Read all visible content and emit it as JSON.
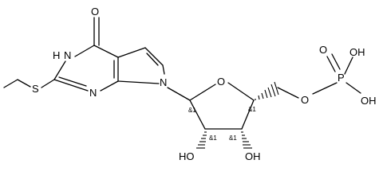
{
  "molecule": {
    "atoms": {
      "carbonyl_o": "O",
      "ring_nh": "H",
      "ring_nh_n": "N",
      "sulfur": "S",
      "ring_n_lower": "N",
      "pyrrole_n": "N",
      "ribose_o": "O",
      "phosphate_ester_o": "O",
      "phosphorus": "P",
      "phosphoryl_o": "O",
      "p_oh_top": "OH",
      "p_oh_right": "OH",
      "ribose_oh_2": "HO",
      "ribose_oh_3": "OH"
    },
    "stereo_labels": {
      "c1": "&1",
      "c4": "&1",
      "c2": "&1",
      "c3": "&1"
    }
  }
}
